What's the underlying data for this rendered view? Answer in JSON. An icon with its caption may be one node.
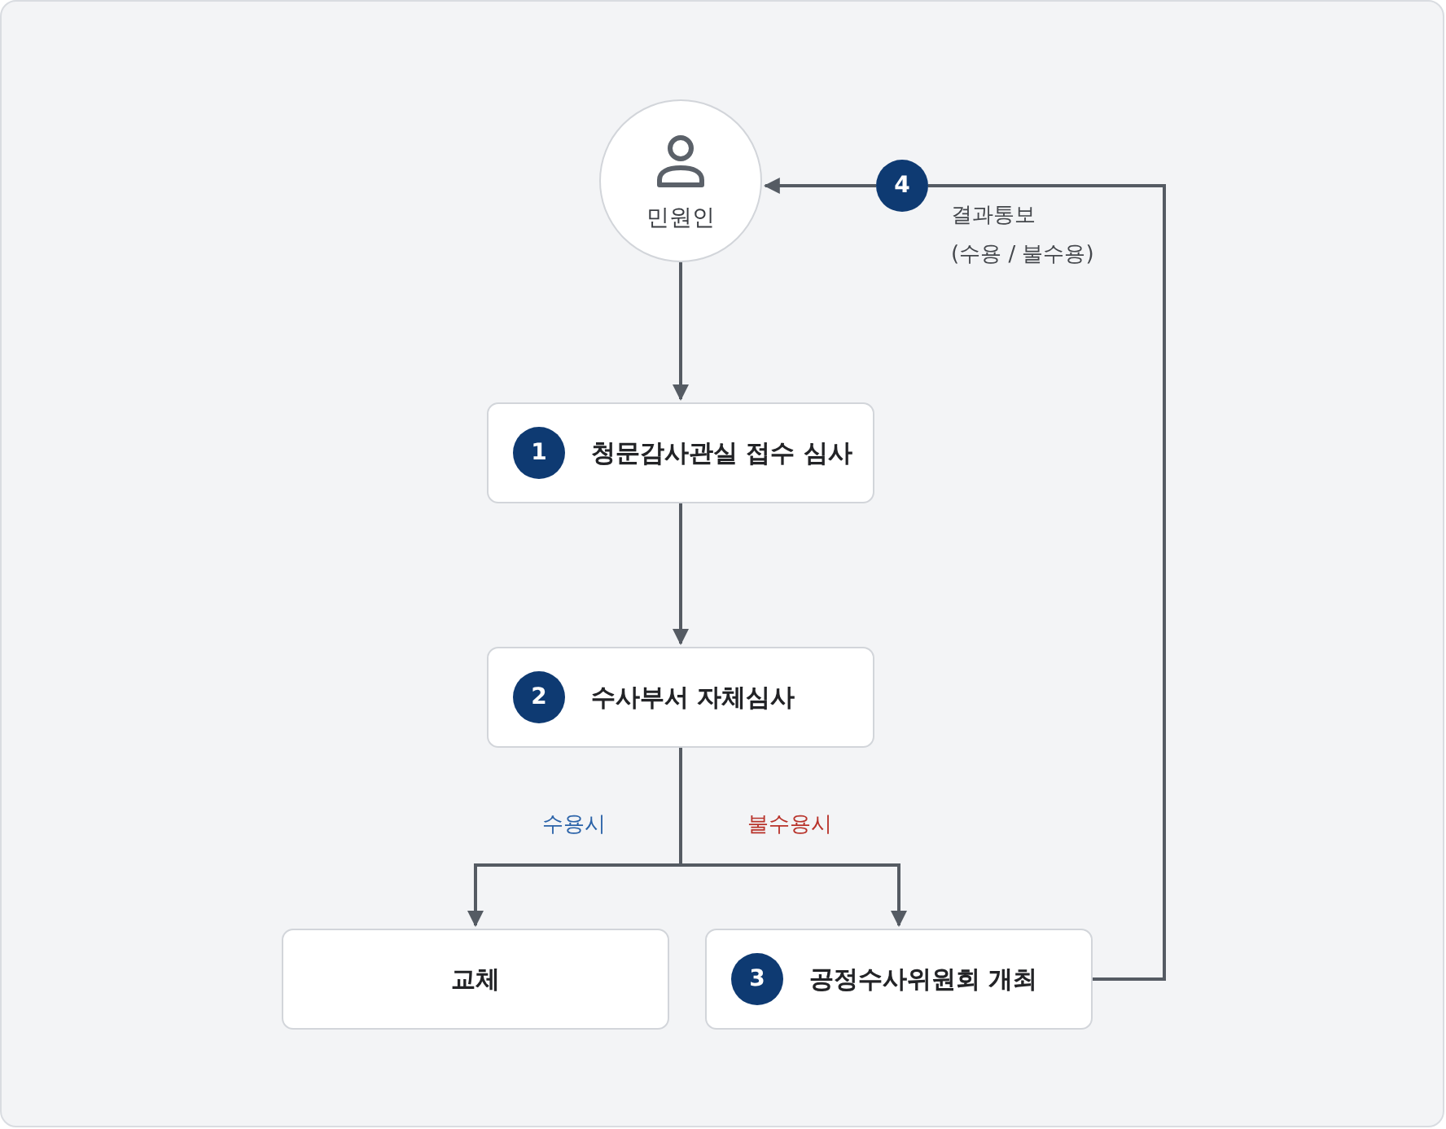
{
  "diagram": {
    "nodes": [
      {
        "text": [
          "민원인"
        ]
      },
      {
        "text": [
          "1",
          "청문감사관실 접수 심사"
        ]
      },
      {
        "text": [
          "2",
          "수사부서 자체심사"
        ]
      },
      {
        "text": [
          "교체"
        ]
      },
      {
        "text": [
          "3",
          "공정수사위원회 개최"
        ]
      },
      {
        "text": [
          "4"
        ],
        "beside": [
          "결과통보",
          "(수용 / 불수용)"
        ]
      }
    ],
    "edges": [
      {
        "from": 0,
        "to": 1,
        "arrow": "to"
      },
      {
        "from": 1,
        "to": 2,
        "arrow": "to"
      },
      {
        "from": 2,
        "to": 3,
        "arrow": "to",
        "label": "수용시"
      },
      {
        "from": 2,
        "to": 4,
        "arrow": "to",
        "label": "불수용시"
      },
      {
        "from": 4,
        "to": 5,
        "arrow": "none"
      },
      {
        "from": 5,
        "to": 0,
        "arrow": "to"
      }
    ]
  }
}
